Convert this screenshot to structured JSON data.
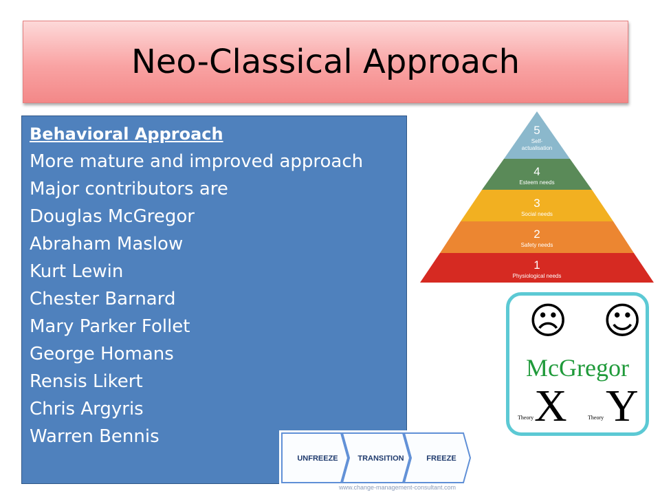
{
  "slide": {
    "title": "Neo-Classical Approach",
    "heading": "Behavioral Approach",
    "lines": [
      "More mature and improved approach",
      "Major contributors are",
      "Douglas McGregor",
      "Abraham Maslow",
      "Kurt Lewin",
      "Chester Barnard",
      "Mary Parker Follet",
      "George Homans",
      "Rensis Likert",
      "Chris Argyris",
      "Warren Bennis"
    ]
  },
  "pyramid": {
    "levels": [
      {
        "number": "5",
        "label_line1": "Self-",
        "label_line2": "actualisation",
        "color": "#8bb8cc"
      },
      {
        "number": "4",
        "label": "Esteem needs",
        "color": "#5a8a58"
      },
      {
        "number": "3",
        "label": "Social needs",
        "color": "#f2b021"
      },
      {
        "number": "2",
        "label": "Safety needs",
        "color": "#ec8631"
      },
      {
        "number": "1",
        "label": "Physiological needs",
        "color": "#d62a22"
      }
    ]
  },
  "mcgregor": {
    "sad_face": "☹",
    "happy_face": "☺",
    "name": "McGregor",
    "x_theory_prefix": "Theory",
    "x_letter": "X",
    "y_theory_prefix": "Theory",
    "y_letter": "Y",
    "border_color": "#5cc9d4",
    "name_color": "#1f9a3a"
  },
  "lewin": {
    "steps": [
      "UNFREEZE",
      "TRANSITION",
      "FREEZE"
    ],
    "url": "www.change-management-consultant.com"
  }
}
